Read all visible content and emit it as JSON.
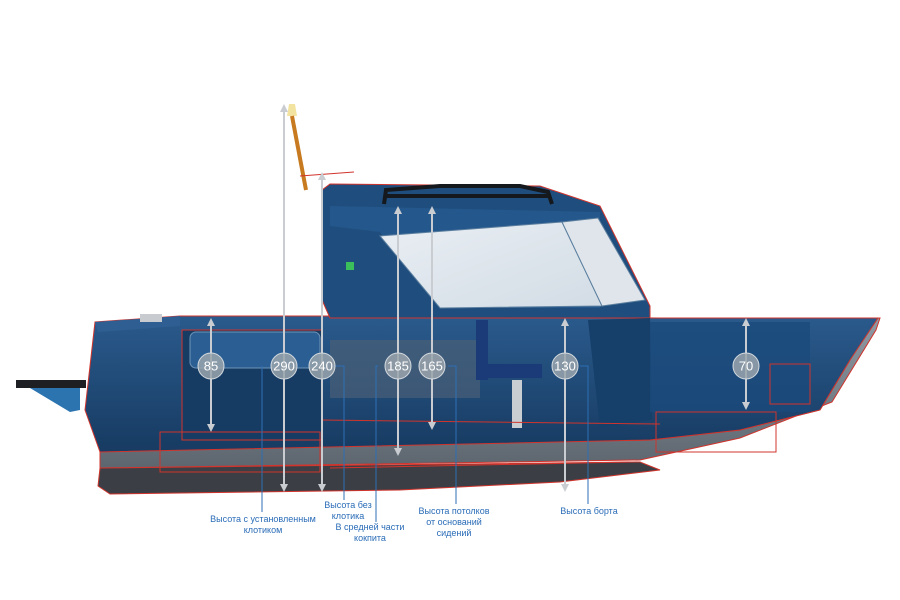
{
  "dimensions": [
    {
      "id": "85",
      "value": "85"
    },
    {
      "id": "290",
      "value": "290"
    },
    {
      "id": "240",
      "value": "240"
    },
    {
      "id": "185",
      "value": "185"
    },
    {
      "id": "165",
      "value": "165"
    },
    {
      "id": "130",
      "value": "130"
    },
    {
      "id": "70",
      "value": "70"
    }
  ],
  "captions": {
    "height_with_mast": [
      "Высота с установленным",
      "клотиком"
    ],
    "height_without_mast": [
      "Высота без",
      "клотика"
    ],
    "cockpit_middle": [
      "В средней части",
      "кокпита"
    ],
    "ceiling_from_seats": [
      "Высота потолков",
      "от оснований",
      "сидений"
    ],
    "side_height": [
      "Высота борта"
    ]
  },
  "colors": {
    "hull_blue": "#1d4a78",
    "hull_dark": "#153559",
    "outline_red": "#d0342c",
    "caption_blue": "#2a6cb7",
    "badge_gray": "#9aa4ad"
  }
}
